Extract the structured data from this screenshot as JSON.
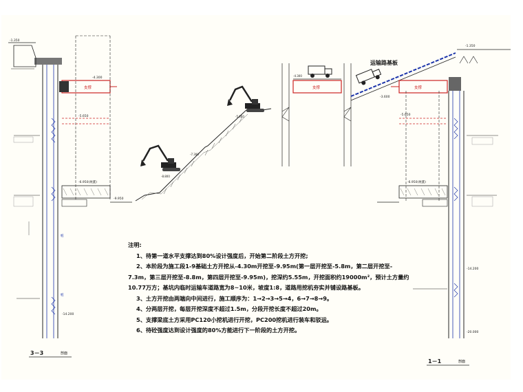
{
  "notes": {
    "heading": "注明:",
    "lines": [
      "1、待第一道水平支撑达到80%设计强度后，开始第二阶段土方开挖;",
      "2、本阶段为施工段1-9基础土方开挖从-4.30m开挖至-9.95m(第一层开挖至-5.8m，第二层开挖至-",
      "7.3m，第三层开挖至-8.8m，第四层开挖至-9.95m)，挖深约5.55m，开挖面积约19000m²，预计土方量约",
      "10.77万方；基坑内临时运输车道路宽为8~10米，坡度1:8，道路用挖机夯实并铺设路基板。",
      "3、土方开挖由两端向中间进行，施工顺序为：1→2→3→5→4，6→7→8→9。",
      "4、分两层开挖，每层开挖深度不超过1.5m，分段开挖长度不超过20m。",
      "5、支撑梁底土方采用PC120小挖机进行开挖，PC200挖机进行装车和驳运。",
      "6、待砼强度达到设计强度的80%方能进行下一阶段的土方开挖。"
    ]
  },
  "left_section": {
    "title": "3－3",
    "subtitle": "剖面",
    "levels": [
      "-1.350",
      "-4.300",
      "-5.650",
      "-6.950(坑底)",
      "-9.950",
      "-14.200"
    ],
    "beam_label": "支撑",
    "pile_labels": [
      "桩",
      "桩"
    ]
  },
  "right_section": {
    "title": "1－1",
    "subtitle": "剖面",
    "road_label": "运输路基板",
    "levels": [
      "-1.350",
      "-3.600",
      "-5.650",
      "-6.950(坑底)",
      "-14.200",
      "-20.000"
    ],
    "beam_label": "支撑"
  },
  "middle": {
    "beam_label": "支撑",
    "levels": [
      "-4.300",
      "-5.800",
      "-7.300",
      "-8.800",
      "-9.950"
    ]
  },
  "colors": {
    "beam": "#cc2222",
    "pile": "#1a33aa",
    "ink": "#1a1a1a",
    "sheet": "#fffef8"
  }
}
